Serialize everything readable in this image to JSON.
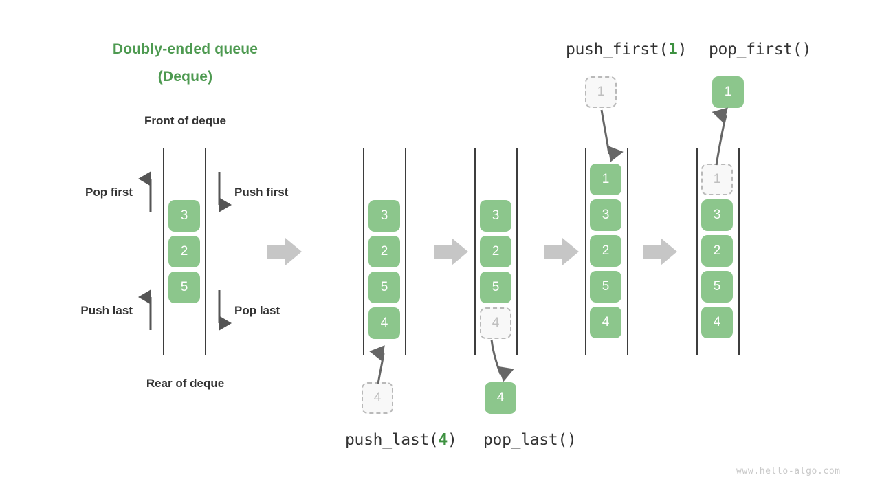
{
  "diagram": {
    "title_line1": "Doubly-ended queue",
    "title_line2": "(Deque)",
    "front_label": "Front of deque",
    "rear_label": "Rear of deque",
    "watermark": "www.hello-algo.com",
    "accent_green": "#4e9a51",
    "box_green": "#8cc68c",
    "ghost_gray": "#bfbfbf",
    "arrow_gray": "#c6c6c6",
    "rail_color": "#3d3d3d"
  },
  "legend": {
    "pop_first": "Pop first",
    "push_first": "Push first",
    "push_last": "Push last",
    "pop_last": "Pop last"
  },
  "operations": {
    "push_first": {
      "name": "push_first(",
      "arg": "1",
      "close": ")"
    },
    "pop_first": {
      "name": "pop_first()"
    },
    "push_last": {
      "name": "push_last(",
      "arg": "4",
      "close": ")"
    },
    "pop_last": {
      "name": "pop_last()"
    }
  },
  "columns": [
    {
      "id": "initial-legend-deque",
      "items": [
        {
          "value": "3",
          "state": "solid"
        },
        {
          "value": "2",
          "state": "solid"
        },
        {
          "value": "5",
          "state": "solid"
        }
      ]
    },
    {
      "id": "deque-after-push-last",
      "items": [
        {
          "value": "3",
          "state": "solid"
        },
        {
          "value": "2",
          "state": "solid"
        },
        {
          "value": "5",
          "state": "solid"
        },
        {
          "value": "4",
          "state": "solid"
        }
      ],
      "external": {
        "value": "4",
        "state": "ghost",
        "position": "below"
      }
    },
    {
      "id": "deque-before-pop-last",
      "items": [
        {
          "value": "3",
          "state": "solid"
        },
        {
          "value": "2",
          "state": "solid"
        },
        {
          "value": "5",
          "state": "solid"
        },
        {
          "value": "4",
          "state": "ghost"
        }
      ],
      "external": {
        "value": "4",
        "state": "solid",
        "position": "below"
      }
    },
    {
      "id": "deque-after-push-first",
      "items": [
        {
          "value": "1",
          "state": "solid"
        },
        {
          "value": "3",
          "state": "solid"
        },
        {
          "value": "2",
          "state": "solid"
        },
        {
          "value": "5",
          "state": "solid"
        },
        {
          "value": "4",
          "state": "solid"
        }
      ],
      "external": {
        "value": "1",
        "state": "ghost",
        "position": "above"
      }
    },
    {
      "id": "deque-before-pop-first",
      "items": [
        {
          "value": "1",
          "state": "ghost"
        },
        {
          "value": "3",
          "state": "solid"
        },
        {
          "value": "2",
          "state": "solid"
        },
        {
          "value": "5",
          "state": "solid"
        },
        {
          "value": "4",
          "state": "solid"
        }
      ],
      "external": {
        "value": "1",
        "state": "solid",
        "position": "above"
      }
    }
  ]
}
